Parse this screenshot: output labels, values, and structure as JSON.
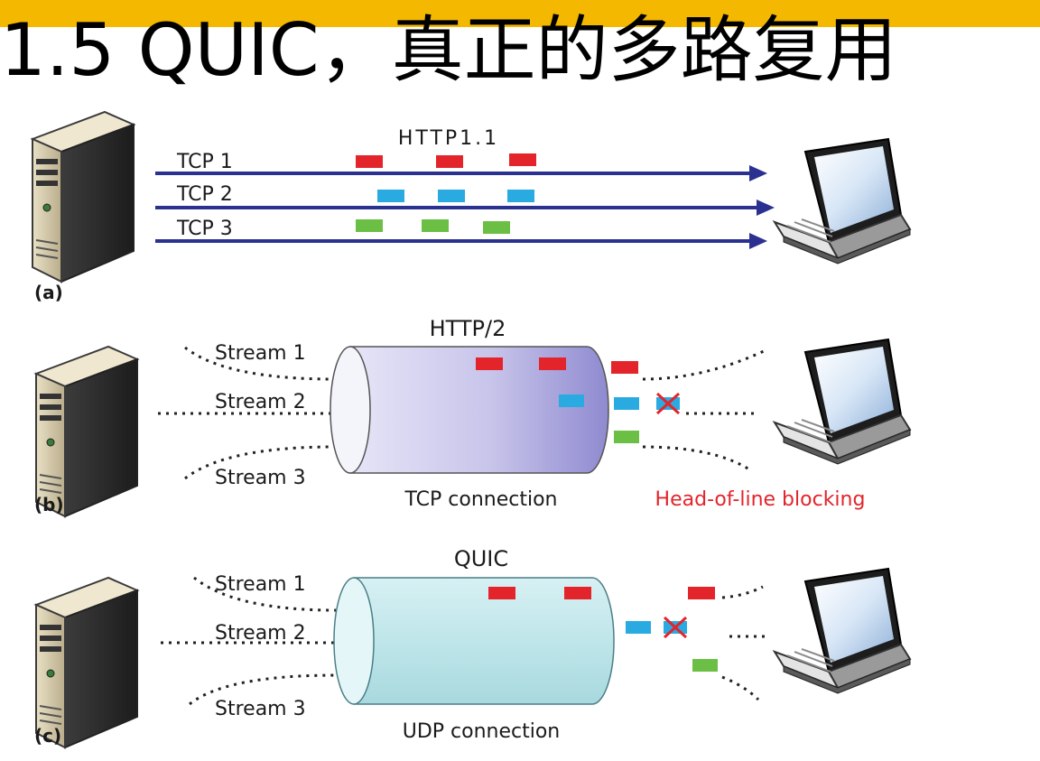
{
  "title": "1.5 QUIC，真正的多路复用",
  "colors": {
    "header_band": "#f5b800",
    "arrow_blue": "#2b3190",
    "packet_red": "#e3242b",
    "packet_blue": "#29abe2",
    "packet_green": "#6cbf45",
    "hol_text": "#e3242b",
    "tcp_tube": "#b9b6e2",
    "udp_tube": "#bfe6ea"
  },
  "panel_a": {
    "heading": "HTTP1.1",
    "tag": "(a)",
    "connections": [
      "TCP 1",
      "TCP 2",
      "TCP 3"
    ]
  },
  "panel_b": {
    "heading": "HTTP/2",
    "tag": "(b)",
    "streams": [
      "Stream 1",
      "Stream 2",
      "Stream 3"
    ],
    "pipe_label": "TCP connection",
    "note": "Head-of-line blocking"
  },
  "panel_c": {
    "heading": "QUIC",
    "tag": "(c)",
    "streams": [
      "Stream 1",
      "Stream 2",
      "Stream 3"
    ],
    "pipe_label": "UDP connection"
  },
  "icons": {
    "server": "server-tower-icon",
    "laptop": "laptop-icon",
    "lost_packet": "lost-packet-x-icon"
  }
}
